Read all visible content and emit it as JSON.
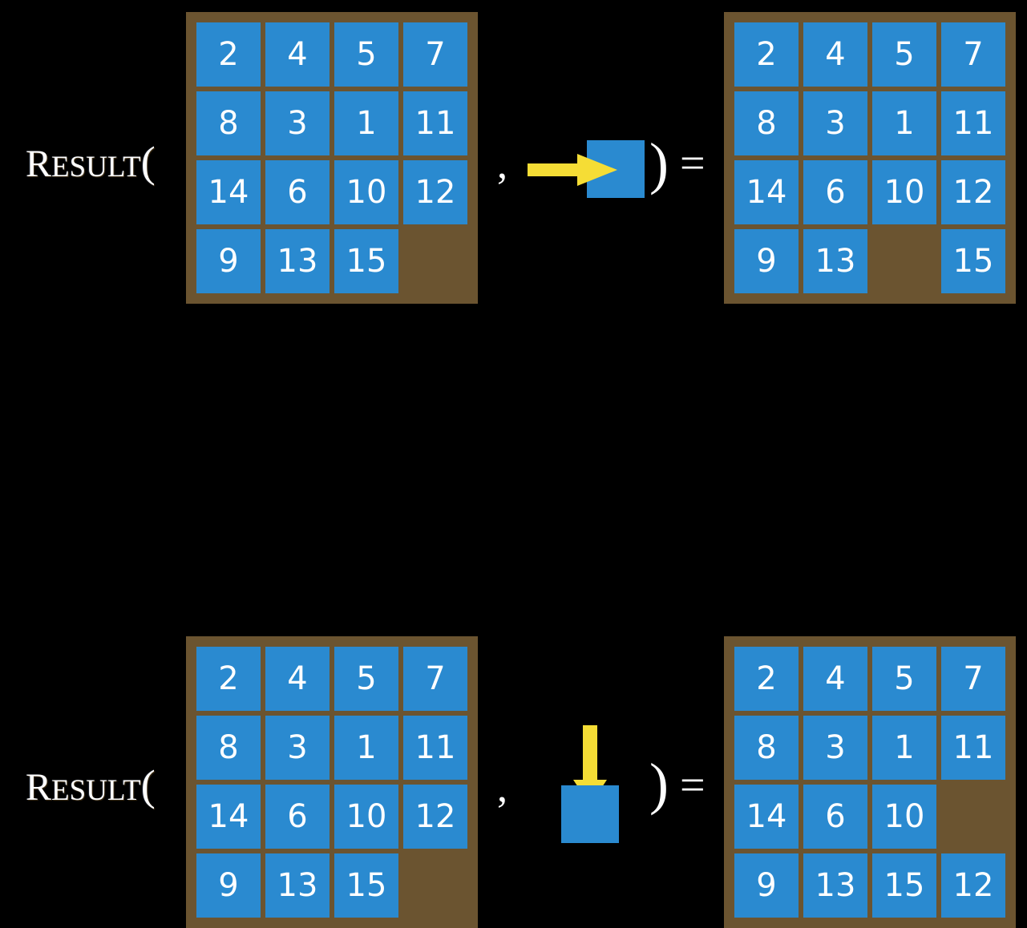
{
  "page": {
    "background_color": "#000000",
    "tile_color": "#2a8ad0",
    "board_color": "#6b5430",
    "arrow_color": "#f5dd35",
    "text_color": "#ffffff"
  },
  "equations": [
    {
      "id": "top",
      "label": {
        "cap": "R",
        "small": "ESULT",
        "open_paren": "("
      },
      "comma": ",",
      "close_paren": ")",
      "equals": "=",
      "input_board": {
        "name": "15-puzzle-start-state",
        "rows": [
          [
            "2",
            "4",
            "5",
            "7"
          ],
          [
            "8",
            "3",
            "1",
            "11"
          ],
          [
            "14",
            "6",
            "10",
            "12"
          ],
          [
            "9",
            "13",
            "15",
            ""
          ]
        ]
      },
      "move": {
        "name": "move-right",
        "direction": "right",
        "arrow_icon": "arrow-right-icon",
        "tile_label": ""
      },
      "output_board": {
        "name": "15-puzzle-result-state",
        "rows": [
          [
            "2",
            "4",
            "5",
            "7"
          ],
          [
            "8",
            "3",
            "1",
            "11"
          ],
          [
            "14",
            "6",
            "10",
            "12"
          ],
          [
            "9",
            "13",
            "",
            "15"
          ]
        ]
      }
    },
    {
      "id": "bottom",
      "label": {
        "cap": "R",
        "small": "ESULT",
        "open_paren": "("
      },
      "comma": ",",
      "close_paren": ")",
      "equals": "=",
      "input_board": {
        "name": "15-puzzle-start-state",
        "rows": [
          [
            "2",
            "4",
            "5",
            "7"
          ],
          [
            "8",
            "3",
            "1",
            "11"
          ],
          [
            "14",
            "6",
            "10",
            "12"
          ],
          [
            "9",
            "13",
            "15",
            ""
          ]
        ]
      },
      "move": {
        "name": "move-down",
        "direction": "down",
        "arrow_icon": "arrow-down-icon",
        "tile_label": ""
      },
      "output_board": {
        "name": "15-puzzle-result-state",
        "rows": [
          [
            "2",
            "4",
            "5",
            "7"
          ],
          [
            "8",
            "3",
            "1",
            "11"
          ],
          [
            "14",
            "6",
            "10",
            ""
          ],
          [
            "9",
            "13",
            "15",
            "12"
          ]
        ]
      }
    }
  ]
}
